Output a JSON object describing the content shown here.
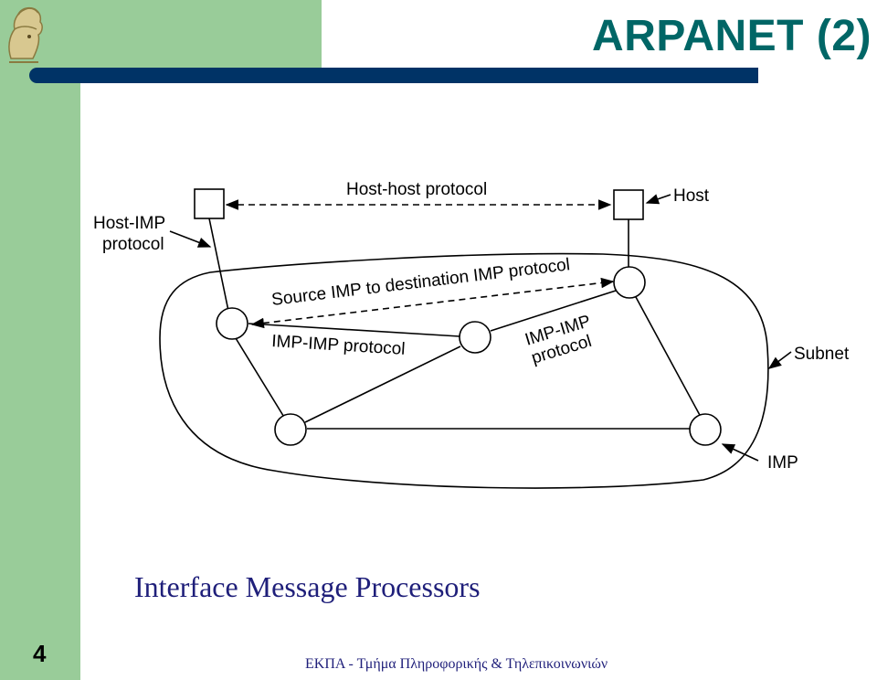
{
  "slide": {
    "title": "ARPANET (2)",
    "subtitle": "Interface Message Processors",
    "page_number": "4",
    "footer": "ΕΚΠΑ - Τμήμα Πληροφορικής & Τηλεπικοινωνιών",
    "logo_icon": "athena-head-logo-icon",
    "colors": {
      "sidebar": "#99cc99",
      "title_bar": "#003366",
      "title": "#006666",
      "subtitle": "#1f1f7a"
    }
  },
  "diagram": {
    "labels": {
      "host_host_protocol": "Host-host protocol",
      "host": "Host",
      "host_imp_line1": "Host-IMP",
      "host_imp_line2": "protocol",
      "source_imp": "Source IMP to destination IMP protocol",
      "imp_imp_left": "IMP-IMP protocol",
      "imp_imp_right_line1": "IMP-IMP",
      "imp_imp_right_line2": "protocol",
      "subnet": "Subnet",
      "imp": "IMP"
    }
  }
}
